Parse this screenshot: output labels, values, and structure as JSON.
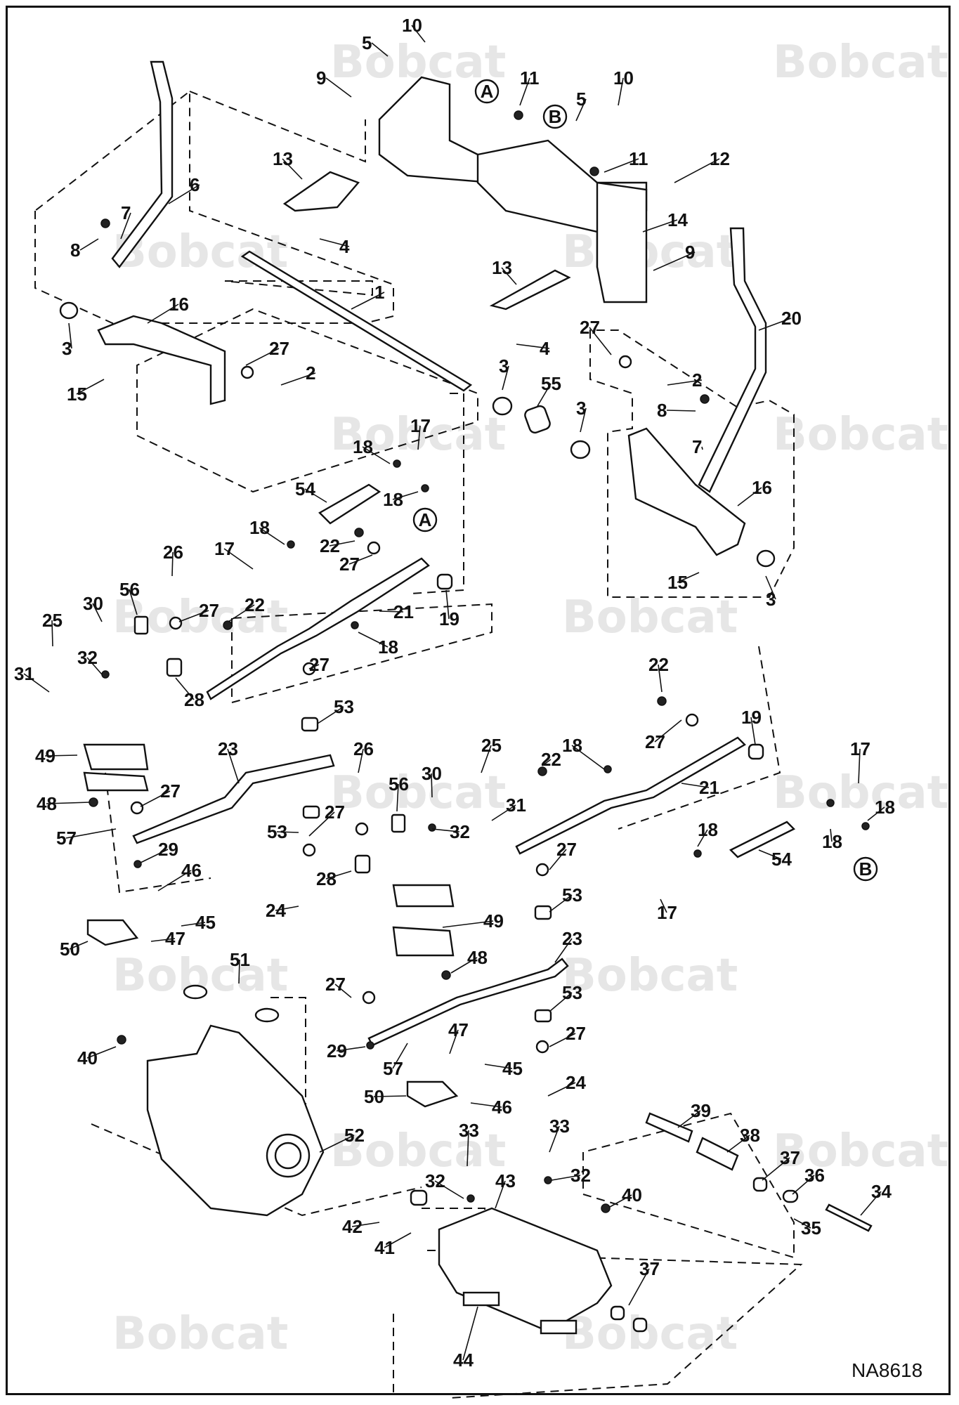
{
  "diagram": {
    "code": "NA8618",
    "watermark_text": "Bobcat",
    "callouts": [
      {
        "id": "c10a",
        "text": "10"
      },
      {
        "id": "c5a",
        "text": "5"
      },
      {
        "id": "c9a",
        "text": "9"
      },
      {
        "id": "c11a",
        "text": "11"
      },
      {
        "id": "c10b",
        "text": "10"
      },
      {
        "id": "c5b",
        "text": "5"
      },
      {
        "id": "c13a",
        "text": "13"
      },
      {
        "id": "c11b",
        "text": "11"
      },
      {
        "id": "c12",
        "text": "12"
      },
      {
        "id": "c6",
        "text": "6"
      },
      {
        "id": "c7a",
        "text": "7"
      },
      {
        "id": "c8a",
        "text": "8"
      },
      {
        "id": "c4a",
        "text": "4"
      },
      {
        "id": "c14",
        "text": "14"
      },
      {
        "id": "c9b",
        "text": "9"
      },
      {
        "id": "c13b",
        "text": "13"
      },
      {
        "id": "c1",
        "text": "1"
      },
      {
        "id": "c3a",
        "text": "3"
      },
      {
        "id": "c16a",
        "text": "16"
      },
      {
        "id": "c27a",
        "text": "27"
      },
      {
        "id": "c2a",
        "text": "2"
      },
      {
        "id": "c15a",
        "text": "15"
      },
      {
        "id": "c4b",
        "text": "4"
      },
      {
        "id": "c20",
        "text": "20"
      },
      {
        "id": "c27b",
        "text": "27"
      },
      {
        "id": "c2b",
        "text": "2"
      },
      {
        "id": "c3b",
        "text": "3"
      },
      {
        "id": "c55",
        "text": "55"
      },
      {
        "id": "c3c",
        "text": "3"
      },
      {
        "id": "c8b",
        "text": "8"
      },
      {
        "id": "c7b",
        "text": "7"
      },
      {
        "id": "c17a",
        "text": "17"
      },
      {
        "id": "c18a",
        "text": "18"
      },
      {
        "id": "c54a",
        "text": "54"
      },
      {
        "id": "c18b",
        "text": "18"
      },
      {
        "id": "c16b",
        "text": "16"
      },
      {
        "id": "c18c",
        "text": "18"
      },
      {
        "id": "c22a",
        "text": "22"
      },
      {
        "id": "c27c",
        "text": "27"
      },
      {
        "id": "c17b",
        "text": "17"
      },
      {
        "id": "c26a",
        "text": "26"
      },
      {
        "id": "c56a",
        "text": "56"
      },
      {
        "id": "c30a",
        "text": "30"
      },
      {
        "id": "c25a",
        "text": "25"
      },
      {
        "id": "c27d",
        "text": "27"
      },
      {
        "id": "c22b",
        "text": "22"
      },
      {
        "id": "c21a",
        "text": "21"
      },
      {
        "id": "c19a",
        "text": "19"
      },
      {
        "id": "c15b",
        "text": "15"
      },
      {
        "id": "c3d",
        "text": "3"
      },
      {
        "id": "c32a",
        "text": "32"
      },
      {
        "id": "c31a",
        "text": "31"
      },
      {
        "id": "c28a",
        "text": "28"
      },
      {
        "id": "c18d",
        "text": "18"
      },
      {
        "id": "c27e",
        "text": "27"
      },
      {
        "id": "c22c",
        "text": "22"
      },
      {
        "id": "c53a",
        "text": "53"
      },
      {
        "id": "c19b",
        "text": "19"
      },
      {
        "id": "c27f",
        "text": "27"
      },
      {
        "id": "c49a",
        "text": "49"
      },
      {
        "id": "c18e",
        "text": "18"
      },
      {
        "id": "c22d",
        "text": "22"
      },
      {
        "id": "c23a",
        "text": "23"
      },
      {
        "id": "c26b",
        "text": "26"
      },
      {
        "id": "c25b",
        "text": "25"
      },
      {
        "id": "c17c",
        "text": "17"
      },
      {
        "id": "c21b",
        "text": "21"
      },
      {
        "id": "c48a",
        "text": "48"
      },
      {
        "id": "c27g",
        "text": "27"
      },
      {
        "id": "c56b",
        "text": "56"
      },
      {
        "id": "c30b",
        "text": "30"
      },
      {
        "id": "c31b",
        "text": "31"
      },
      {
        "id": "c18f",
        "text": "18"
      },
      {
        "id": "c57a",
        "text": "57"
      },
      {
        "id": "c53b",
        "text": "53"
      },
      {
        "id": "c27h",
        "text": "27"
      },
      {
        "id": "c32b",
        "text": "32"
      },
      {
        "id": "c18g",
        "text": "18"
      },
      {
        "id": "c18h",
        "text": "18"
      },
      {
        "id": "c29a",
        "text": "29"
      },
      {
        "id": "c27i",
        "text": "27"
      },
      {
        "id": "c54b",
        "text": "54"
      },
      {
        "id": "c28b",
        "text": "28"
      },
      {
        "id": "c46a",
        "text": "46"
      },
      {
        "id": "c24a",
        "text": "24"
      },
      {
        "id": "c17d",
        "text": "17"
      },
      {
        "id": "c45a",
        "text": "45"
      },
      {
        "id": "c49b",
        "text": "49"
      },
      {
        "id": "c53c",
        "text": "53"
      },
      {
        "id": "c47a",
        "text": "47"
      },
      {
        "id": "c50a",
        "text": "50"
      },
      {
        "id": "c23b",
        "text": "23"
      },
      {
        "id": "c51",
        "text": "51"
      },
      {
        "id": "c48b",
        "text": "48"
      },
      {
        "id": "c27j",
        "text": "27"
      },
      {
        "id": "c53d",
        "text": "53"
      },
      {
        "id": "c27k",
        "text": "27"
      },
      {
        "id": "c40a",
        "text": "40"
      },
      {
        "id": "c29b",
        "text": "29"
      },
      {
        "id": "c57b",
        "text": "57"
      },
      {
        "id": "c47b",
        "text": "47"
      },
      {
        "id": "c45b",
        "text": "45"
      },
      {
        "id": "c24b",
        "text": "24"
      },
      {
        "id": "c50b",
        "text": "50"
      },
      {
        "id": "c46b",
        "text": "46"
      },
      {
        "id": "c39",
        "text": "39"
      },
      {
        "id": "c38",
        "text": "38"
      },
      {
        "id": "c52",
        "text": "52"
      },
      {
        "id": "c33a",
        "text": "33"
      },
      {
        "id": "c33b",
        "text": "33"
      },
      {
        "id": "c37a",
        "text": "37"
      },
      {
        "id": "c36",
        "text": "36"
      },
      {
        "id": "c32c",
        "text": "32"
      },
      {
        "id": "c43",
        "text": "43"
      },
      {
        "id": "c32d",
        "text": "32"
      },
      {
        "id": "c34",
        "text": "34"
      },
      {
        "id": "c42",
        "text": "42"
      },
      {
        "id": "c40b",
        "text": "40"
      },
      {
        "id": "c35",
        "text": "35"
      },
      {
        "id": "c41",
        "text": "41"
      },
      {
        "id": "c37b",
        "text": "37"
      },
      {
        "id": "c44",
        "text": "44"
      }
    ],
    "references": [
      {
        "id": "refA1",
        "text": "A"
      },
      {
        "id": "refB1",
        "text": "B"
      },
      {
        "id": "refA2",
        "text": "A"
      },
      {
        "id": "refB2",
        "text": "B"
      }
    ]
  }
}
